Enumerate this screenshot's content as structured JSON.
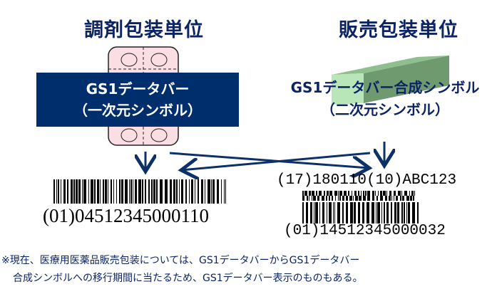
{
  "left": {
    "title": "調剤包装単位",
    "symbol_line1": "GS1データバー",
    "symbol_line2": "（一次元シンボル）",
    "barcode_text": "(01)04512345000110"
  },
  "right": {
    "title": "販売包装単位",
    "symbol_line1": "GS1データバー合成シンボル",
    "symbol_line2": "（二次元シンボル）",
    "top_text": "(17)180110(10)ABC123",
    "barcode_text": "(01)14512345000032"
  },
  "footnote": {
    "line1": "※現在、医療用医薬品販売包装については、GS1データバーからGS1データバー",
    "line2": "合成シンボルへの移行期間に当たるため、GS1データバー表示のものもある。"
  },
  "colors": {
    "navy": "#002d6b",
    "pink": "#fbdde4",
    "green": "#a8dca8"
  }
}
